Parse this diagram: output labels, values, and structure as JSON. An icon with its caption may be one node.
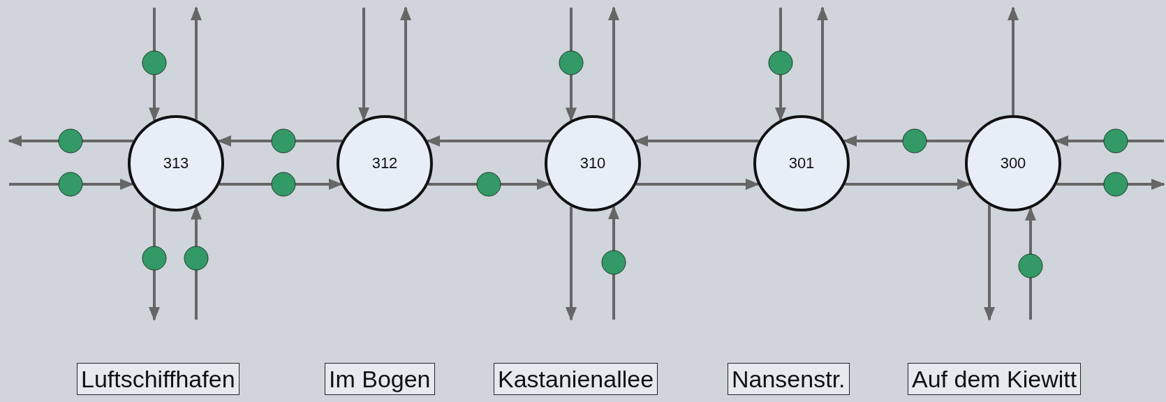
{
  "diagram": {
    "nodes": [
      {
        "text": [
          "313"
        ]
      },
      {
        "text": [
          "312"
        ]
      },
      {
        "text": [
          "310"
        ]
      },
      {
        "text": [
          "301"
        ]
      },
      {
        "text": [
          "300"
        ]
      },
      {
        "text": [
          "Luftschiffhafen"
        ]
      },
      {
        "text": [
          "Im Bogen"
        ]
      },
      {
        "text": [
          "Kastanienallee"
        ]
      },
      {
        "text": [
          "Nansenstr."
        ]
      },
      {
        "text": [
          "Auf dem Kiewitt"
        ]
      }
    ],
    "edges": [
      {
        "from": 1,
        "to": 0,
        "arrow": "to"
      },
      {
        "from": 2,
        "to": 1,
        "arrow": "to"
      },
      {
        "from": 3,
        "to": 2,
        "arrow": "to"
      },
      {
        "from": 4,
        "to": 3,
        "arrow": "to"
      },
      {
        "from": null,
        "to": 4,
        "arrow": "to"
      },
      {
        "from": 0,
        "to": null,
        "arrow": "to"
      },
      {
        "from": null,
        "to": 0,
        "arrow": "to"
      },
      {
        "from": 0,
        "to": 1,
        "arrow": "to"
      },
      {
        "from": 1,
        "to": 2,
        "arrow": "to"
      },
      {
        "from": 2,
        "to": 3,
        "arrow": "to"
      },
      {
        "from": 3,
        "to": 4,
        "arrow": "to"
      },
      {
        "from": 4,
        "to": null,
        "arrow": "to"
      },
      {
        "from": null,
        "to": 0,
        "arrow": "to"
      },
      {
        "from": 0,
        "to": null,
        "arrow": "to"
      },
      {
        "from": 0,
        "to": null,
        "arrow": "to"
      },
      {
        "from": null,
        "to": 0,
        "arrow": "to"
      },
      {
        "from": null,
        "to": 1,
        "arrow": "to"
      },
      {
        "from": 1,
        "to": null,
        "arrow": "to"
      },
      {
        "from": null,
        "to": 2,
        "arrow": "to"
      },
      {
        "from": 2,
        "to": null,
        "arrow": "to"
      },
      {
        "from": 2,
        "to": null,
        "arrow": "to"
      },
      {
        "from": null,
        "to": 2,
        "arrow": "to"
      },
      {
        "from": null,
        "to": 3,
        "arrow": "to"
      },
      {
        "from": 3,
        "to": null,
        "arrow": "to"
      },
      {
        "from": 4,
        "to": null,
        "arrow": "to"
      },
      {
        "from": 4,
        "to": null,
        "arrow": "to"
      },
      {
        "from": null,
        "to": 4,
        "arrow": "to"
      }
    ]
  }
}
